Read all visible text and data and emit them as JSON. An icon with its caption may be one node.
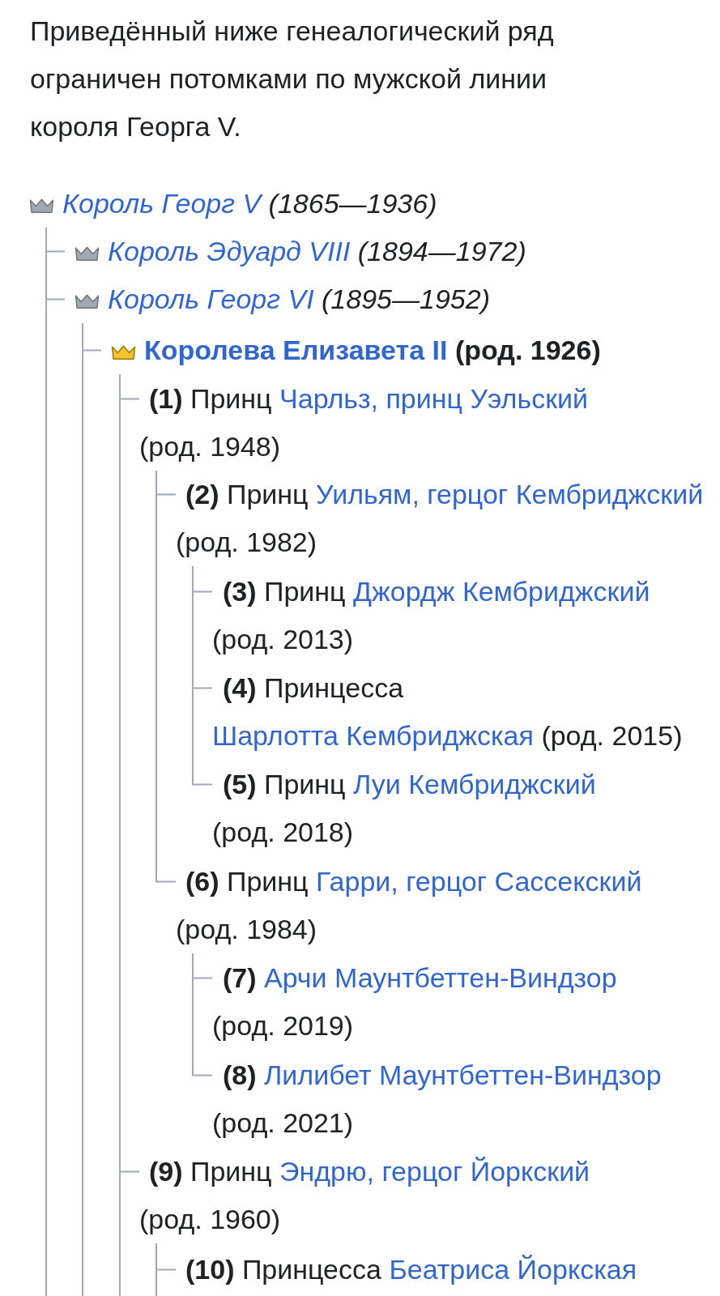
{
  "diagram": {
    "nodes": [
      {
        "text": [
          "Король Георг V",
          "(1865—1936)"
        ]
      },
      {
        "text": [
          "Король Эдуард VIII",
          "(1894—1972)"
        ]
      },
      {
        "text": [
          "Король Георг VI",
          "(1895—1952)"
        ]
      },
      {
        "text": [
          "Королева Елизавета II",
          "(род. 1926)"
        ]
      },
      {
        "text": [
          "**(1)** Принц",
          "Чарльз, принц Уэльский",
          "(род. 1948)"
        ]
      },
      {
        "text": [
          "**(2)** Принц",
          "Уильям, герцог Кембриджский",
          "(род. 1982)"
        ]
      },
      {
        "text": [
          "**(3)** Принц",
          "Джордж Кембриджский",
          "(род. 2013)"
        ]
      },
      {
        "text": [
          "**(4)** Принцесса",
          "Шарлотта Кембриджская",
          "(род. 2015)"
        ]
      },
      {
        "text": [
          "**(5)** Принц",
          "Луи Кембриджский",
          "(род. 2018)"
        ]
      },
      {
        "text": [
          "**(6)** Принц",
          "Гарри, герцог Сассекский",
          "(род. 1984)"
        ]
      },
      {
        "text": [
          "**(7)**",
          "Арчи Маунтбеттен-Виндзор",
          "(род. 2019)"
        ]
      },
      {
        "text": [
          "**(8)**",
          "Лилибет Маунтбеттен-Виндзор",
          "(род. 2021)"
        ]
      },
      {
        "text": [
          "**(9)** Принц",
          "Эндрю, герцог Йоркский",
          "(род. 1960)"
        ]
      },
      {
        "text": [
          "**(10)** Принцесса",
          "Беатриса Йоркская"
        ]
      }
    ],
    "edges": [
      {
        "from": 0,
        "to": 1,
        "arrow": "none"
      },
      {
        "from": 0,
        "to": 2,
        "arrow": "none"
      },
      {
        "from": 2,
        "to": 3,
        "arrow": "none"
      },
      {
        "from": 3,
        "to": 4,
        "arrow": "none"
      },
      {
        "from": 4,
        "to": 5,
        "arrow": "none"
      },
      {
        "from": 5,
        "to": 6,
        "arrow": "none"
      },
      {
        "from": 5,
        "to": 7,
        "arrow": "none"
      },
      {
        "from": 5,
        "to": 8,
        "arrow": "none"
      },
      {
        "from": 4,
        "to": 9,
        "arrow": "none"
      },
      {
        "from": 9,
        "to": 10,
        "arrow": "none"
      },
      {
        "from": 9,
        "to": 11,
        "arrow": "none"
      },
      {
        "from": 3,
        "to": 12,
        "arrow": "none"
      },
      {
        "from": 12,
        "to": 13,
        "arrow": "none"
      },
      {
        "from": 0,
        "to": null,
        "arrow": "none"
      },
      {
        "from": 2,
        "to": null,
        "arrow": "none"
      },
      {
        "from": 3,
        "to": null,
        "arrow": "none"
      },
      {
        "from": 12,
        "to": null,
        "arrow": "none"
      }
    ],
    "labels": [
      "Приведённый ниже генеалогический ряд ограничен потомками по мужской линии короля Георга V."
    ]
  }
}
